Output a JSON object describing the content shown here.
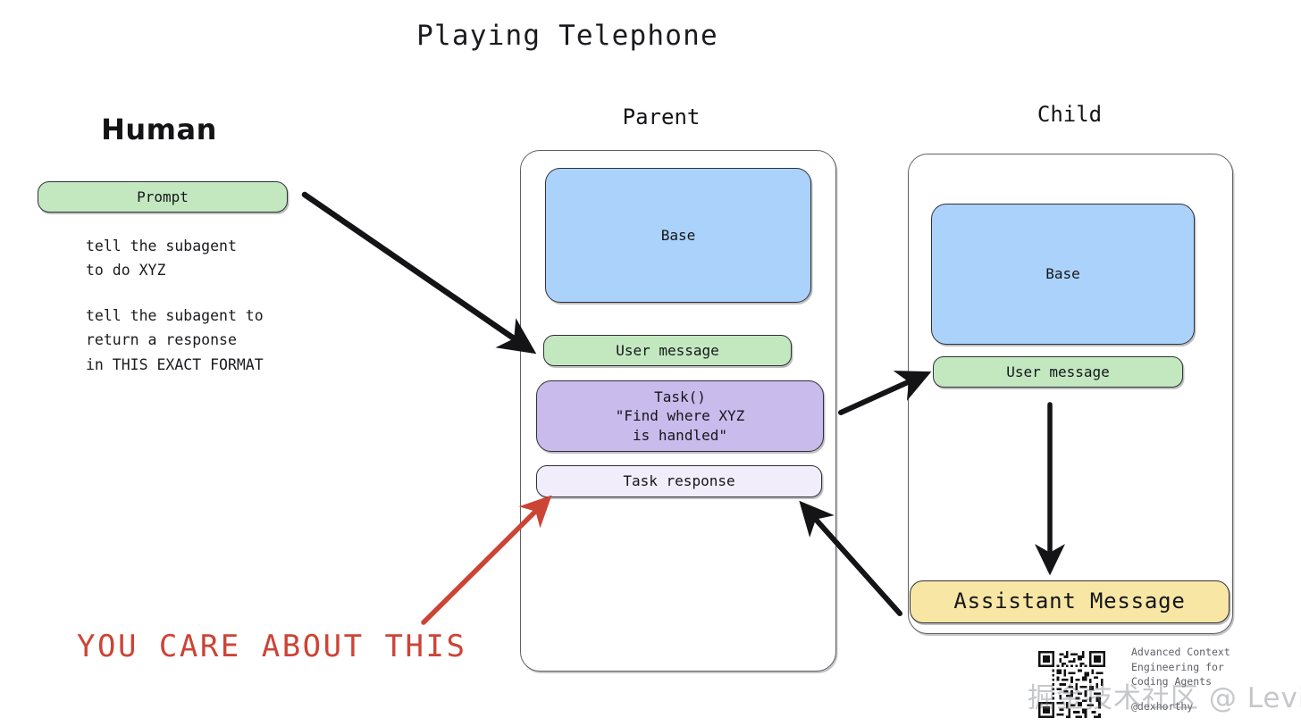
{
  "slide": {
    "title": "Playing Telephone"
  },
  "columns": {
    "human": {
      "heading": "Human",
      "prompt_chip": "Prompt",
      "paragraph_1": "tell the subagent\nto do XYZ",
      "paragraph_2": "tell the subagent to\nreturn a response\nin THIS EXACT FORMAT"
    },
    "parent": {
      "heading": "Parent",
      "base": "Base",
      "user_message": "User message",
      "task": "Task()\n\"Find where XYZ\nis handled\"",
      "task_response": "Task response"
    },
    "child": {
      "heading": "Child",
      "base": "Base",
      "user_message": "User message",
      "assistant_message": "Assistant Message"
    }
  },
  "callout": {
    "text": "YOU CARE ABOUT THIS",
    "color": "#cc4436"
  },
  "arrows": [
    {
      "name": "prompt-to-parent-user-message",
      "color": "#141416"
    },
    {
      "name": "parent-task-to-child-user-message",
      "color": "#141416"
    },
    {
      "name": "child-user-message-to-assistant-message",
      "color": "#141416"
    },
    {
      "name": "child-assistant-message-to-parent-task-response",
      "color": "#141416"
    },
    {
      "name": "callout-to-task-response",
      "color": "#cc4436"
    }
  ],
  "footer": {
    "caption": "Advanced Context\nEngineering for\nCoding Agents",
    "handle": "@dexhorthy",
    "watermark": "掘金技术社区 @ Levix",
    "qr_label": "qr-code"
  },
  "palette": {
    "base_blue": "#abd2fa",
    "message_green": "#c3e8c0",
    "task_purple": "#c9bbec",
    "task_response_lavender": "#f1edfb",
    "assistant_yellow": "#f8e6a4",
    "outline": "#2e3138",
    "accent_red": "#cc4436"
  }
}
